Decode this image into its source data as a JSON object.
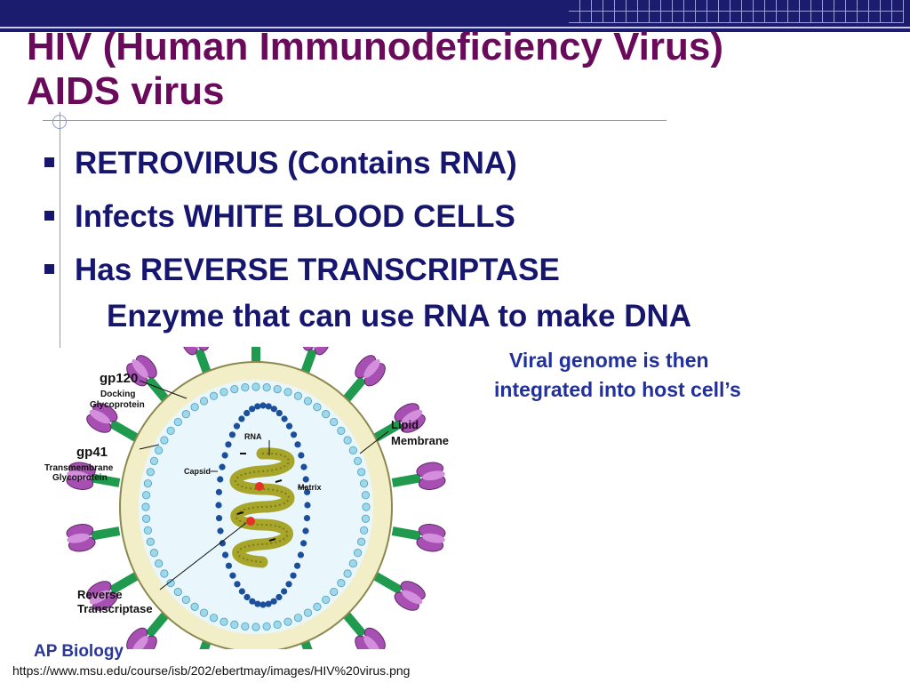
{
  "slide": {
    "title_line1": "HIV (Human Immunodeficiency Virus)",
    "title_line2": "AIDS virus",
    "bullets": [
      "RETROVIRUS (Contains RNA)",
      "Infects WHITE BLOOD CELLS",
      "Has REVERSE TRANSCRIPTASE"
    ],
    "sub_bullet": "Enzyme that can use RNA to make DNA",
    "note_line1": "Viral genome is then",
    "note_line2": "integrated into host cell’s"
  },
  "diagram": {
    "labels": {
      "gp120": "gp120",
      "docking": "Docking",
      "glycoprotein": "Glycoprotein",
      "gp41": "gp41",
      "transmembrane": "Transmembrane",
      "glycoprotein2": "Glycoprotein",
      "lipid": "Lipid",
      "membrane": "Membrane",
      "rna": "RNA",
      "capsid": "Capsid",
      "matrix": "Matrix",
      "reverse": "Reverse",
      "transcriptase": "Transcriptase"
    },
    "colors": {
      "spike_head": "#a84fb3",
      "spike_stem": "#1f9a4e",
      "membrane": "#f2efc8",
      "matrix": "#9fd8ea",
      "capsid": "#1b4f9c",
      "rna": "#a7a62a",
      "enzyme": "#e53323"
    }
  },
  "footer": {
    "brand": "AP Biology",
    "url": "https://www.msu.edu/course/isb/202/ebertmay/images/HIV%20virus.png"
  },
  "colors": {
    "bar": "#1c1c6e",
    "title": "#6a0a5a",
    "text": "#16166e",
    "note": "#21309a"
  }
}
